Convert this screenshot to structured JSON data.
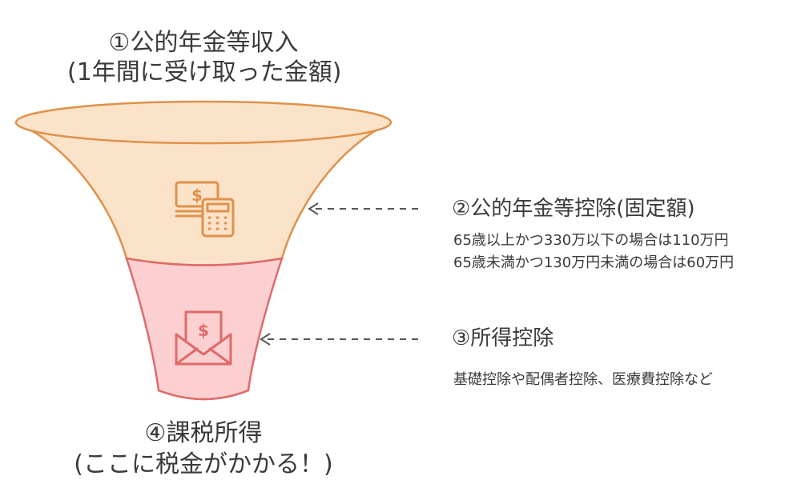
{
  "top_label": {
    "line1": "①公的年金等収入",
    "line2": "(1年間に受け取った金額)"
  },
  "deduction_public_pension": {
    "heading": "②公的年金等控除(固定額)",
    "detail_line1": "65歳以上かつ330万以下の場合は110万円",
    "detail_line2": "65歳未満かつ130万円未満の場合は60万円"
  },
  "deduction_income": {
    "heading": "③所得控除",
    "detail": "基礎控除や配偶者控除、医療費控除など"
  },
  "bottom_label": {
    "line1": "④課税所得",
    "line2": "(ここに税金がかかる！)"
  },
  "colors": {
    "upper_fill": "#fbe3c9",
    "upper_stroke": "#e0914a",
    "lower_fill": "#fcd0d0",
    "lower_stroke": "#e06a6a",
    "arrow": "#555555",
    "text": "#3a3a3a"
  },
  "icons": {
    "upper": "money-calculator-icon",
    "lower": "dollar-envelope-icon"
  }
}
